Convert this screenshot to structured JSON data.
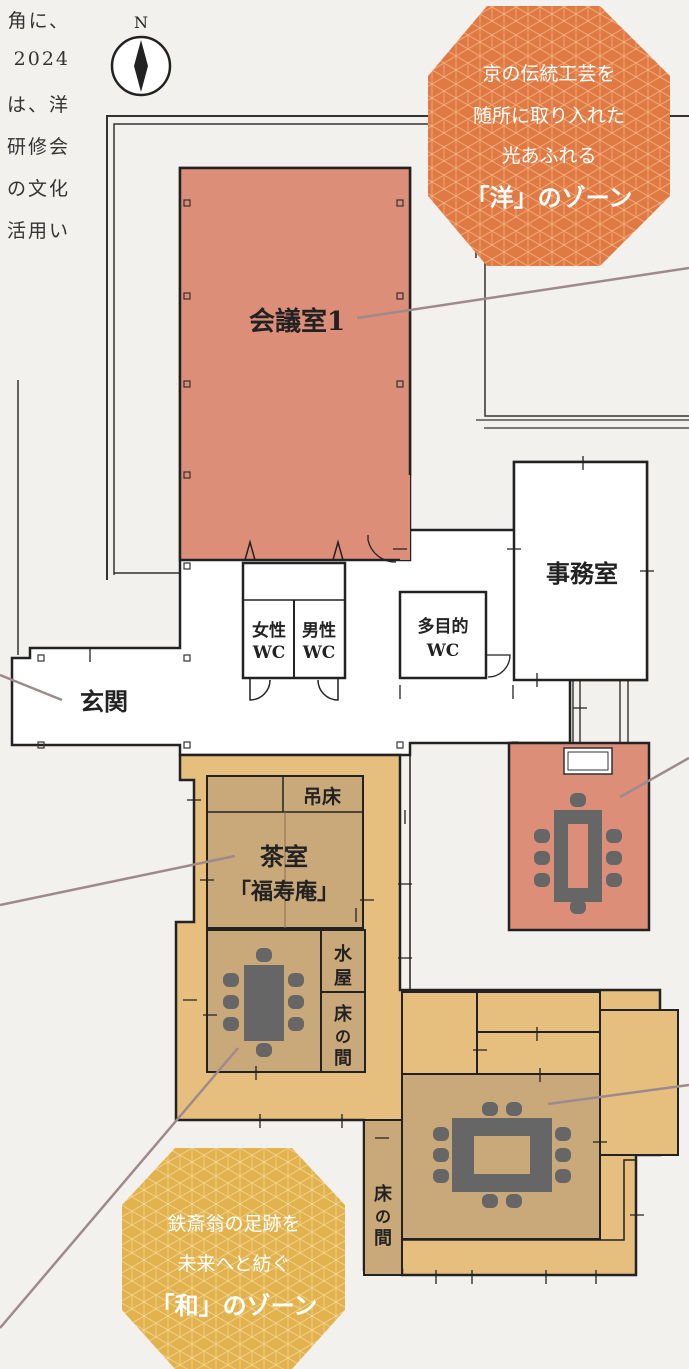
{
  "intro_fragments": [
    "角に、",
    "2024",
    "は、洋",
    "研修会",
    "の文化",
    "活用い"
  ],
  "compass": {
    "label": "N",
    "icon": "compass-icon"
  },
  "zones": {
    "western": {
      "lines": [
        "京の伝統工芸を",
        "随所に取り入れた",
        "光あふれる"
      ],
      "title": "「洋」のゾーン",
      "color": "#e07a45"
    },
    "japanese": {
      "lines": [
        "鉄斎翁の足跡を",
        "未来へと紡ぐ"
      ],
      "title": "「和」のゾーン",
      "color": "#e2b24f"
    }
  },
  "rooms": {
    "conference": "会議室1",
    "office": "事務室",
    "multipurpose": [
      "多目的",
      "WC"
    ],
    "women_wc": [
      "女性",
      "WC"
    ],
    "men_wc": [
      "男性",
      "WC"
    ],
    "entrance": "玄関",
    "hanging_floor": "吊床",
    "tea_room": [
      "茶室",
      "「福寿庵」"
    ],
    "water_room": [
      "水",
      "屋"
    ],
    "tokonoma_1": [
      "床",
      "の",
      "間"
    ],
    "tokonoma_2": [
      "床",
      "の",
      "間"
    ]
  },
  "colors": {
    "western_room": "#dc8e78",
    "washitsu": "#c9a87a",
    "corridor_wood": "#e6bf7e",
    "furniture": "#666666"
  }
}
